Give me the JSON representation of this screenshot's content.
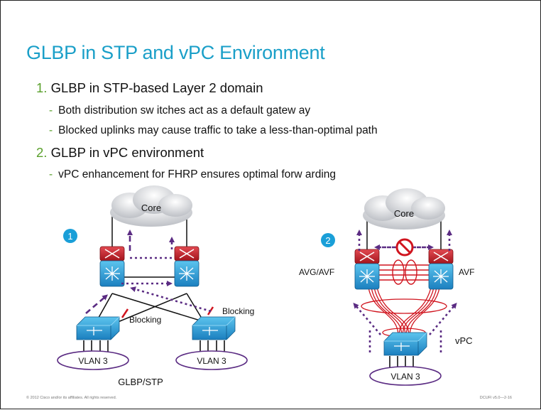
{
  "slide": {
    "title": "GLBP in STP and vPC Environment",
    "items": [
      {
        "num": "1.",
        "text": "GLBP in STP-based Layer 2 domain"
      },
      {
        "dash": "-",
        "text": "Both distribution sw itches act as a default gatew ay"
      },
      {
        "dash": "-",
        "text": "Blocked uplinks may cause traffic to take a less-than-optimal path"
      },
      {
        "num": "2.",
        "text": "GLBP in vPC environment"
      },
      {
        "dash": "-",
        "text": "vPC enhancement for FHRP ensures optimal forw arding"
      }
    ],
    "footer_left": "© 2012 Cisco and/or its affiliates. All rights reserved.",
    "footer_right": "DCUFI v5.0—2-16"
  },
  "diagram1": {
    "badge": "1",
    "cloud_label": "Core",
    "blocking_left": "Blocking",
    "blocking_right": "Blocking",
    "vlan_left": "VLAN 3",
    "vlan_right": "VLAN 3",
    "caption": "GLBP/STP"
  },
  "diagram2": {
    "badge": "2",
    "cloud_label": "Core",
    "left_label": "AVG/AVF",
    "right_label": "AVF",
    "vpc_label": "vPC",
    "vlan_label": "VLAN 3"
  },
  "colors": {
    "title": "#1a9fc8",
    "bullet": "#5aa02c",
    "arrow": "#5b2c83",
    "block": "#d0141e",
    "switch_blue": "#2a9fd8",
    "router_red": "#c8202a",
    "vlan_ellipse": "#5b2c83",
    "badge": "#1a9fd8"
  }
}
